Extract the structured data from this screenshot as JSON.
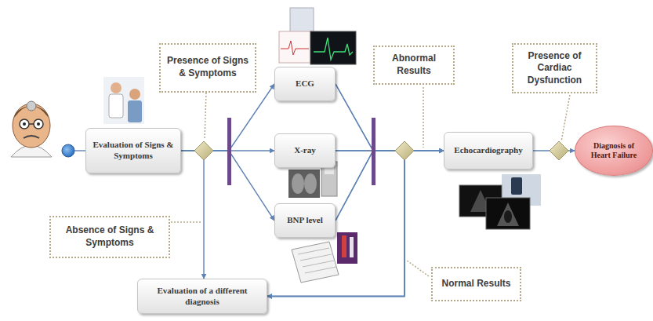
{
  "diagram": {
    "nodes": [
      {
        "text": [
          "Evaluation of Signs & Symptoms"
        ]
      },
      {
        "text": [
          "Presence of Signs & Symptoms"
        ]
      },
      {
        "text": [
          "Absence of Signs & Symptoms"
        ]
      },
      {
        "text": [
          "ECG"
        ]
      },
      {
        "text": [
          "X-ray"
        ]
      },
      {
        "text": [
          "BNP level"
        ]
      },
      {
        "text": [
          "Evaluation of a different diagnosis"
        ]
      },
      {
        "text": [
          "Abnormal Results"
        ]
      },
      {
        "text": [
          "Normal Results"
        ]
      },
      {
        "text": [
          "Echocardiography"
        ]
      },
      {
        "text": [
          "Presence of Cardiac Dysfunction"
        ]
      },
      {
        "text": [
          "Diagnosis of Heart Failure"
        ]
      }
    ],
    "edges": [
      {
        "from": 0,
        "to": 3,
        "arrow": "to"
      },
      {
        "from": 0,
        "to": 4,
        "arrow": "to"
      },
      {
        "from": 0,
        "to": 5,
        "arrow": "to"
      },
      {
        "from": 0,
        "to": 6,
        "arrow": "to"
      },
      {
        "from": 3,
        "to": 9,
        "arrow": "to"
      },
      {
        "from": 4,
        "to": 9,
        "arrow": "to"
      },
      {
        "from": 5,
        "to": 9,
        "arrow": "to"
      },
      {
        "from": 3,
        "to": 6,
        "arrow": "to"
      },
      {
        "from": 4,
        "to": 6,
        "arrow": "to"
      },
      {
        "from": 5,
        "to": 6,
        "arrow": "to"
      },
      {
        "from": 9,
        "to": 11,
        "arrow": "to"
      }
    ]
  }
}
